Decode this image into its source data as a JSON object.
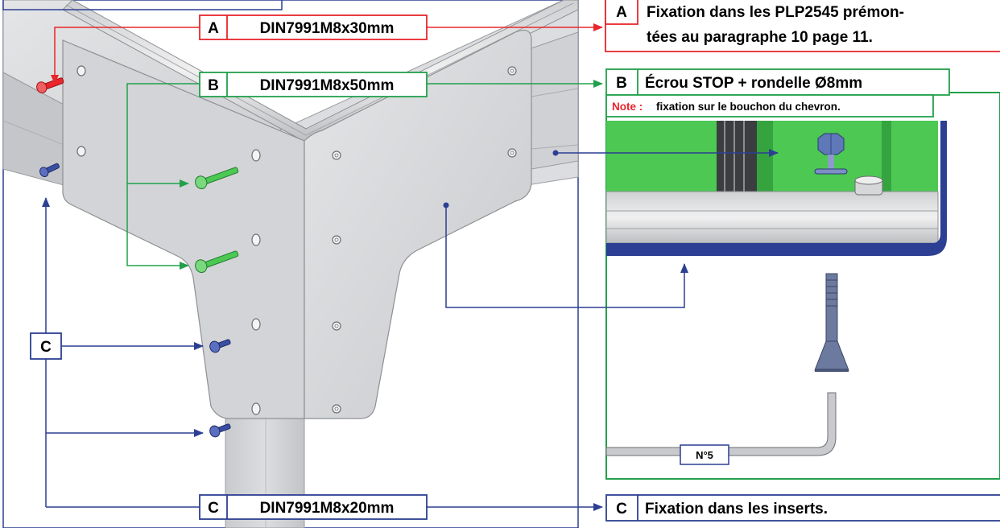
{
  "colors": {
    "red": "#e8262b",
    "green": "#22a04b",
    "blue": "#2c3f92",
    "metal": "#d6d7d9",
    "metal_dark": "#b3b5b8",
    "part_green": "#4cc853"
  },
  "callouts": {
    "a_left": {
      "letter": "A",
      "text": "DIN7991M8x30mm"
    },
    "b_left": {
      "letter": "B",
      "text": "DIN7991M8x50mm"
    },
    "c_left": {
      "letter": "C",
      "text": "DIN7991M8x20mm"
    },
    "c_side": {
      "letter": "C"
    },
    "a_right": {
      "letter": "A",
      "line1": "Fixation dans les PLP2545 prémon-",
      "line2": "tées au paragraphe 10 page 11."
    },
    "b_right": {
      "letter": "B",
      "text": "Écrou STOP + rondelle Ø8mm"
    },
    "note": {
      "label": "Note :",
      "text": "fixation sur le bouchon du chevron."
    },
    "c_right": {
      "letter": "C",
      "text": "Fixation dans les inserts."
    },
    "key": {
      "text": "N°5"
    }
  },
  "icons": [
    "screw-icon",
    "nut-icon",
    "washer-icon",
    "allen-key-icon"
  ]
}
